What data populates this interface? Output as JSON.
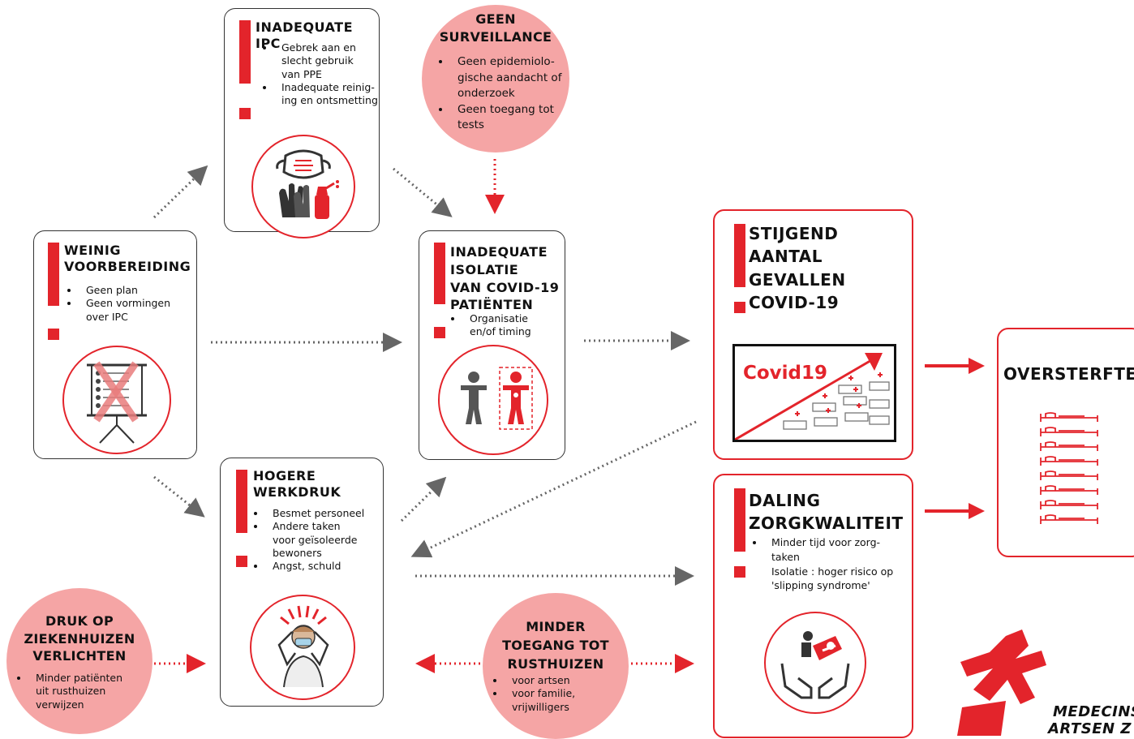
{
  "boxes": {
    "ipc": {
      "title": "INADEQUATE IPC",
      "bullets": [
        "Gebrek aan en\nslecht gebruik\nvan PPE",
        "Inadequate reinig-\ning en ontsmetting"
      ],
      "icon": "mask-gloves-spray-icon"
    },
    "voorbereiding": {
      "title": "WEINIG\nVOORBEREIDING",
      "bullets": [
        "Geen plan",
        "Geen vormingen\nover IPC"
      ],
      "icon": "crossed-flipchart-icon"
    },
    "isolatie": {
      "title": "INADEQUATE\nISOLATIE\nVAN COVID-19\nPATIËNTEN",
      "bullets": [
        "Organisatie\nen/of timing"
      ],
      "icon": "isolated-person-icon"
    },
    "werkdruk": {
      "title": "HOGERE\nWERKDRUK",
      "bullets": [
        "Besmet personeel",
        "Andere taken\nvoor geïsoleerde\nbewoners",
        "Angst, schuld"
      ],
      "icon": "stressed-worker-icon"
    },
    "gevallen": {
      "title": "STIJGEND\nAANTAL\nGEVALLEN\nCOVID-19",
      "chart_label": "Covid19",
      "icon": "rising-beds-chart-icon"
    },
    "zorgkwaliteit": {
      "title": "DALING\nZORGKWALITEIT",
      "bullets": [
        "Minder tijd voor zorg-\ntaken",
        "Isolatie : hoger risico op\n'slipping syndrome'"
      ],
      "icon": "care-hands-patient-icon"
    },
    "oversterfte": {
      "title": "OVERSTERFTE",
      "icon": "stacked-beds-icon"
    }
  },
  "circles": {
    "surveillance": {
      "title": "GEEN\nSURVEILLANCE",
      "bullets": [
        "Geen epidemiolo-\ngische aandacht of\nonderzoek",
        "Geen toegang tot\ntests"
      ]
    },
    "ziekenhuizen": {
      "title": "DRUK OP\nZIEKENHUIZEN\nVERLICHTEN",
      "bullets": [
        "Minder patiënten\nuit rusthuizen\nverwijzen"
      ]
    },
    "rusthuizen": {
      "title": "MINDER\nTOEGANG TOT\nRUSTHUIZEN",
      "bullets": [
        "voor artsen",
        "voor familie,\nvrijwilligers"
      ]
    }
  },
  "logo": {
    "line1": "MEDECINS",
    "line2": "ARTSEN Z",
    "icon": "msf-logo-icon"
  },
  "colors": {
    "accent": "#e3242b",
    "pink": "#f5a5a5",
    "arrow_grey": "#666666"
  }
}
